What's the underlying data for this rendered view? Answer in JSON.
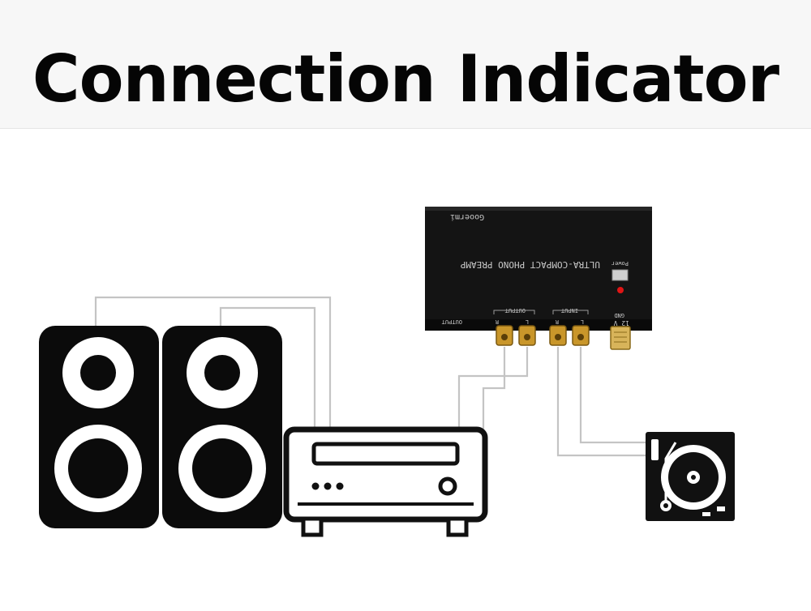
{
  "title": "Connection Indicator",
  "preamp": {
    "brand": "Gooermi",
    "product_label": "ULTRA-COMPACT PHONO PREAMP",
    "power_label": "Power",
    "output_group_label": "OUTPUT",
    "input_group_label": "INPUT",
    "side_label": "OUTPUT",
    "voltage_label": "12 V",
    "gnd_label": "GND",
    "left_label": "L",
    "right_label": "R"
  },
  "colors": {
    "device_black": "#111111",
    "wire_gray": "#c4c4c4",
    "connector_gold": "#c9962a",
    "power_led": "#e01515",
    "speaker_fill": "#0b0b0b"
  }
}
